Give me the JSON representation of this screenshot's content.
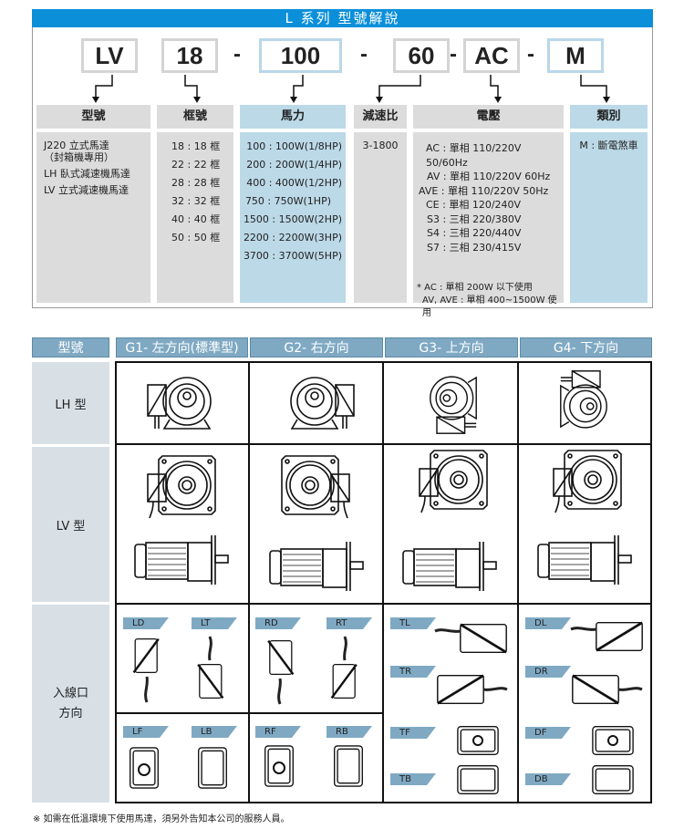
{
  "title": "L 系列 型號解說",
  "code": {
    "parts": [
      "LV",
      "18",
      "100",
      "60",
      "AC",
      "M"
    ],
    "dash": "-"
  },
  "labels": [
    "型號",
    "框號",
    "馬力",
    "減速比",
    "電壓",
    "類別"
  ],
  "model_types": [
    "J220 立式馬達",
    "（封箱機專用）",
    "LH 臥式減速機馬達",
    "LV 立式減速機馬達"
  ],
  "frames": [
    "18 : 18 框",
    "22 : 22 框",
    "28 : 28 框",
    "32 : 32 框",
    "40 : 40 框",
    "50 : 50 框"
  ],
  "power": [
    "100 : 100W(1/8HP)",
    "200 : 200W(1/4HP)",
    "400 : 400W(1/2HP)",
    "750 : 750W(1HP)",
    "1500 : 1500W(2HP)",
    "2200 : 2200W(3HP)",
    "3700 : 3700W(5HP)"
  ],
  "ratio": "3-1800",
  "voltage": [
    "AC : 單相 110/220V 50/60Hz",
    "AV : 單相 110/220V 60Hz",
    "AVE : 單相 110/220V 50Hz",
    "CE : 單相 120/240V",
    "S3 : 三相 220/380V",
    "S4 : 三相 220/440V",
    "S7 : 三相 230/415V"
  ],
  "voltage_note": [
    "* AC : 單相 200W 以下使用",
    "AV, AVE : 單相 400~1500W 使用"
  ],
  "category": "M : 斷電煞車",
  "table": {
    "header": [
      "型號",
      "G1- 左方向(標準型)",
      "G2- 右方向",
      "G3- 上方向",
      "G4- 下方向"
    ],
    "rows": [
      "LH 型",
      "LV 型",
      "入線口\n方向"
    ],
    "wiring": {
      "g1": [
        "LD",
        "LT",
        "LF",
        "LB"
      ],
      "g2": [
        "RD",
        "RT",
        "RF",
        "RB"
      ],
      "g3": [
        "TL",
        "TR",
        "TF",
        "TB"
      ],
      "g4": [
        "DL",
        "DR",
        "DF",
        "DB"
      ]
    }
  },
  "footnote": "※ 如需在低溫環境下使用馬達，須另外告知本公司的服務人員。",
  "colors": {
    "title_bar": "#0b8fd9",
    "header": "#7fa9c3",
    "highlight": "#bcd9e8",
    "gray": "#dcdcdc"
  }
}
